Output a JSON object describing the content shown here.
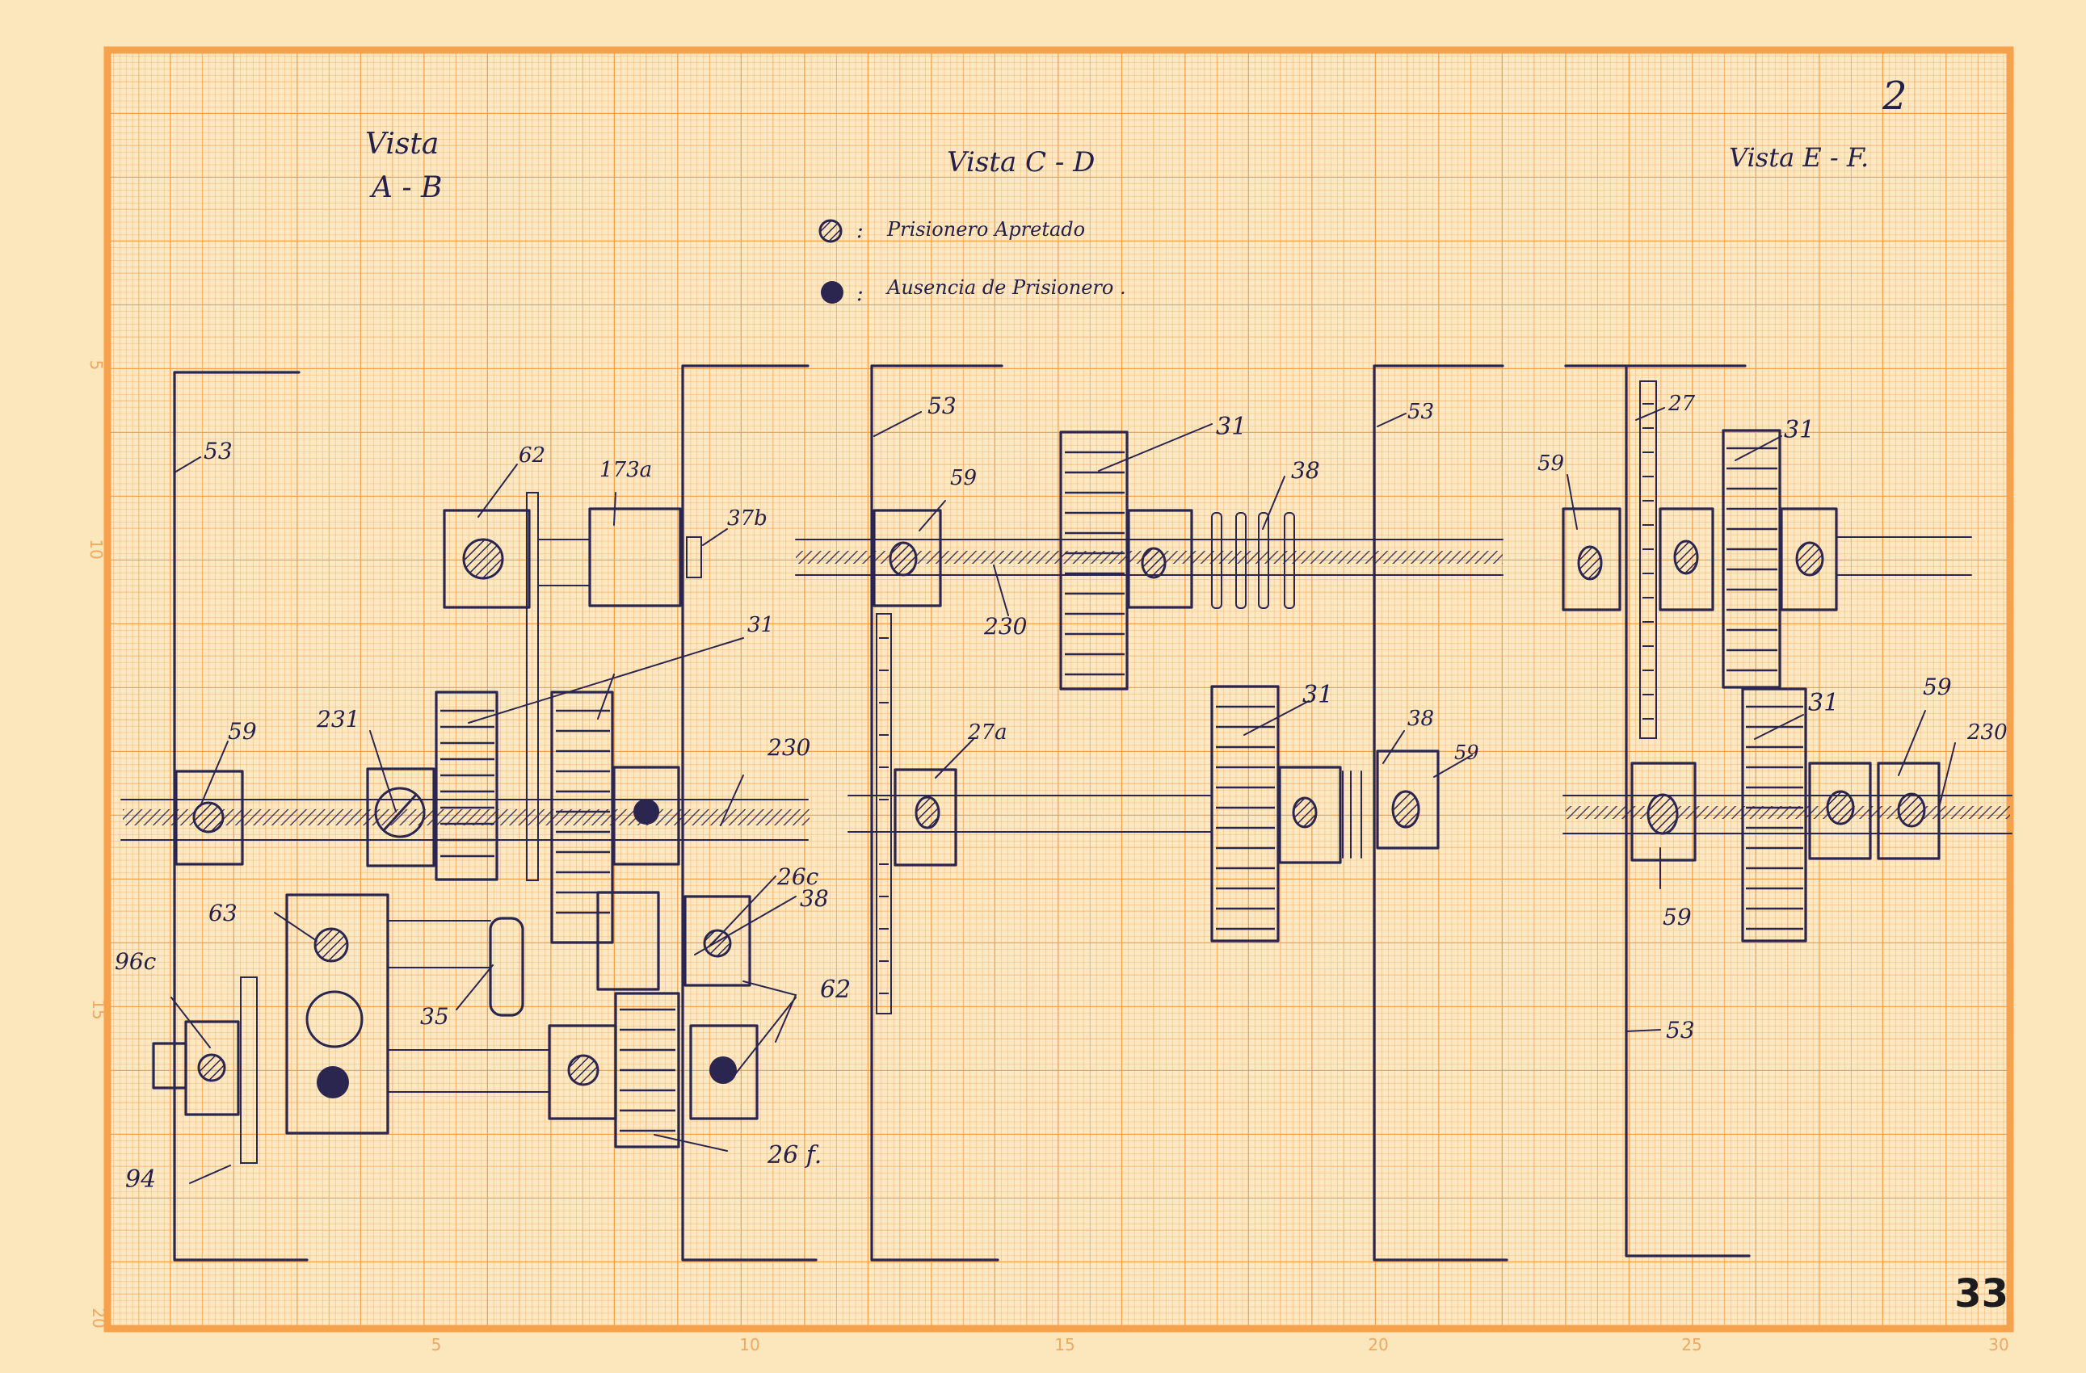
{
  "sheet": {
    "sheet_number": "2",
    "page_number": "33",
    "grid_color": "#f7a850",
    "paper_color": "#fce6bc",
    "ink_color": "#2a2650",
    "axis": {
      "x_ticks": [
        "5",
        "10",
        "15",
        "20",
        "25",
        "30"
      ],
      "y_ticks": [
        "5",
        "10",
        "15",
        "20"
      ]
    }
  },
  "views": {
    "ab": {
      "title_line1": "Vista",
      "title_line2": "A - B"
    },
    "cd": {
      "title": "Vista C - D"
    },
    "ef": {
      "title": "Vista E - F."
    }
  },
  "legend": {
    "items": [
      {
        "symbol": "hatched-circle-icon",
        "separator": ":",
        "label": "Prisionero Apretado"
      },
      {
        "symbol": "filled-circle-icon",
        "separator": ":",
        "label": "Ausencia de Prisionero ."
      }
    ]
  },
  "labels": {
    "ab": {
      "l53": "53",
      "l62": "62",
      "l173a": "173a",
      "l37b": "37b",
      "l31": "31",
      "l231": "231",
      "l59": "59",
      "l230": "230",
      "l63": "63",
      "l96c": "96c",
      "l26c": "26c",
      "l38": "38",
      "l35": "35",
      "l62b": "62",
      "l26f": "26 f.",
      "l94": "94"
    },
    "cd": {
      "l53a": "53",
      "l59a": "59",
      "l31a": "31",
      "l38a": "38",
      "l53b": "53",
      "l230": "230",
      "l27a": "27a",
      "l31b": "31",
      "l38b": "38",
      "l59b": "59"
    },
    "ef": {
      "l59a": "59",
      "l27": "27",
      "l31a": "31",
      "l31b": "31",
      "l59b": "59",
      "l230": "230",
      "l59c": "59",
      "l53": "53"
    }
  }
}
